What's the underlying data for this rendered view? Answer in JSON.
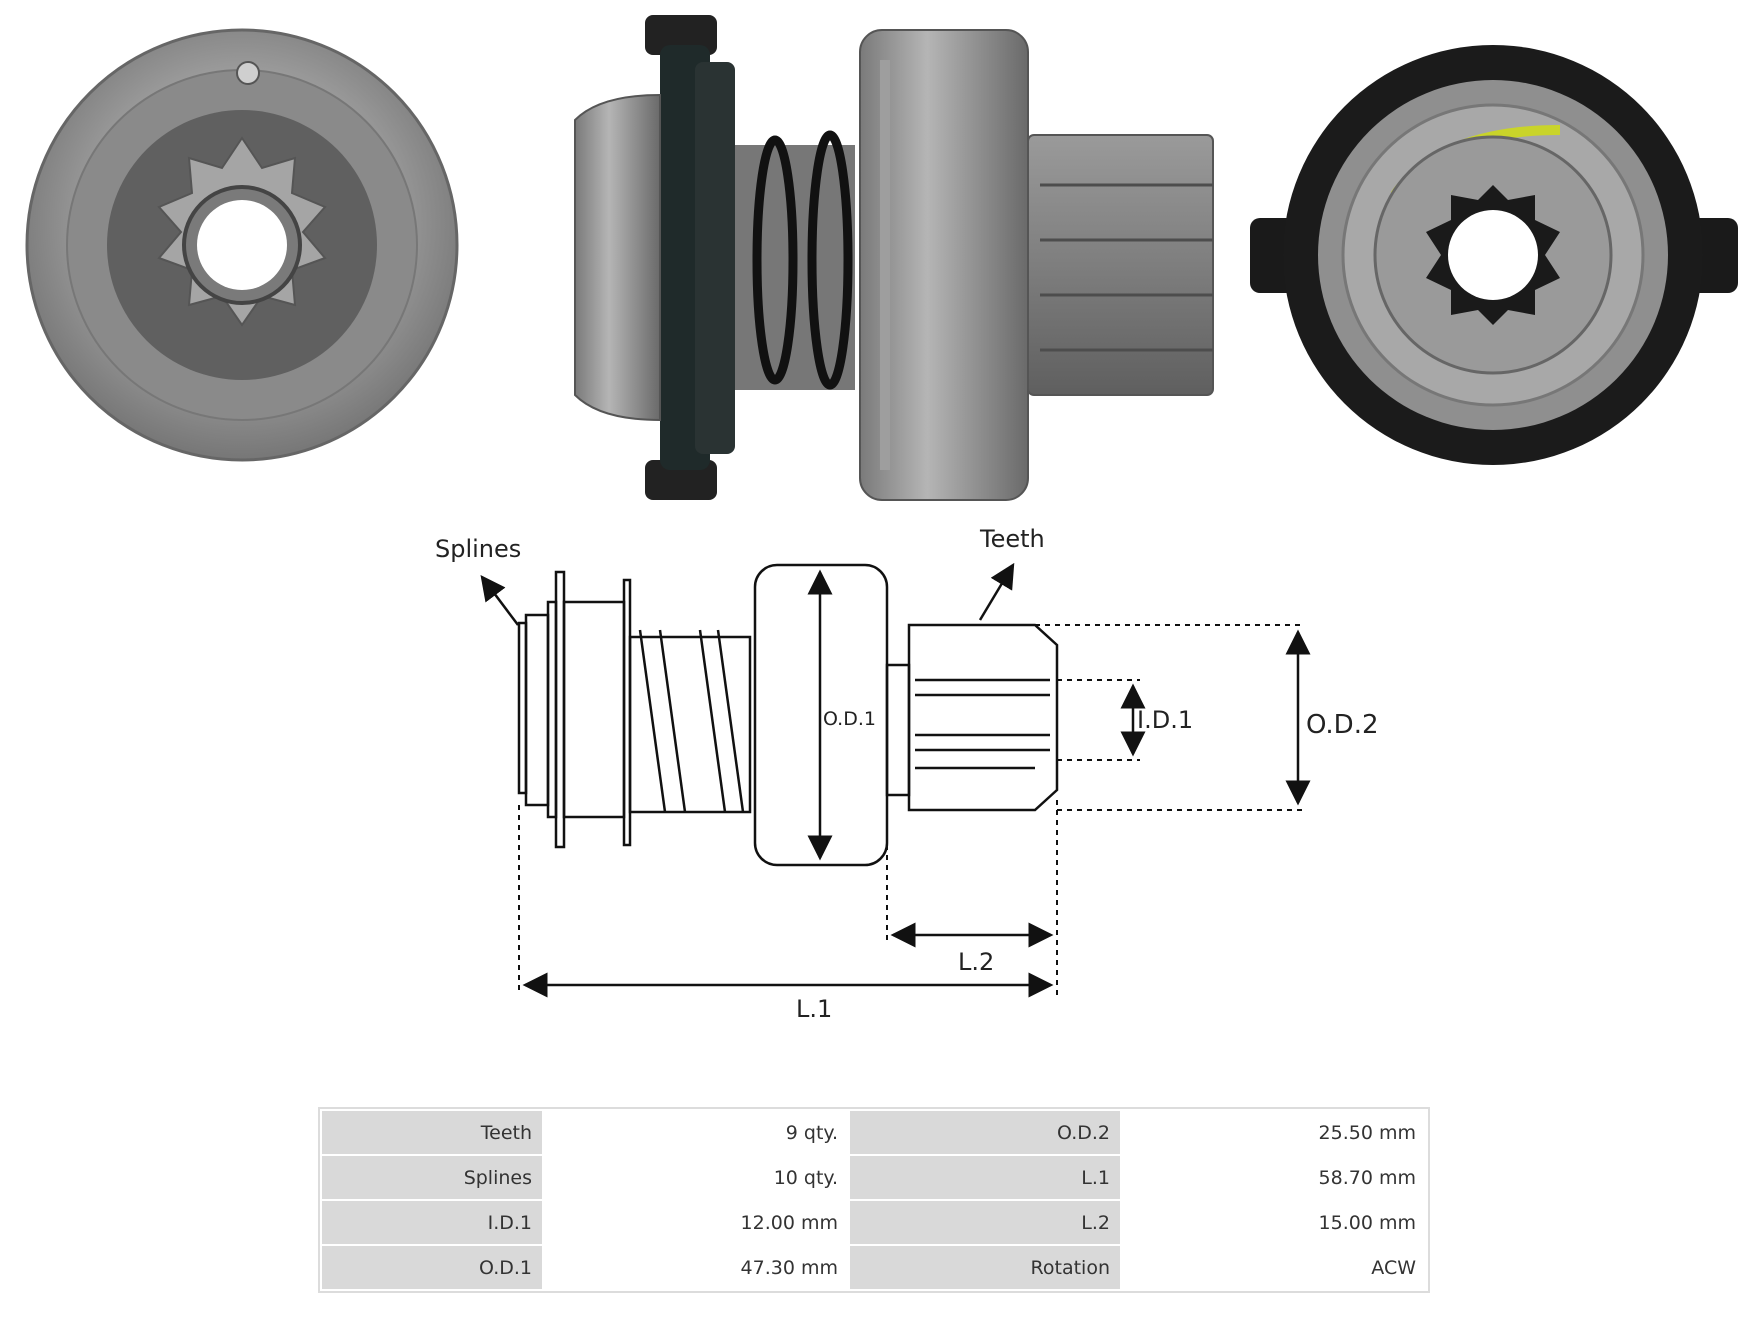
{
  "labels": {
    "splines": "Splines",
    "teeth": "Teeth",
    "od1": "O.D.1",
    "id1": "I.D.1",
    "od2": "O.D.2",
    "l2": "L.2",
    "l1": "L.1"
  },
  "specs": [
    {
      "k1": "Teeth",
      "v1": "9 qty.",
      "k2": "O.D.2",
      "v2": "25.50 mm"
    },
    {
      "k1": "Splines",
      "v1": "10 qty.",
      "k2": "L.1",
      "v2": "58.70 mm"
    },
    {
      "k1": "I.D.1",
      "v1": "12.00 mm",
      "k2": "L.2",
      "v2": "15.00 mm"
    },
    {
      "k1": "O.D.1",
      "v1": "47.30 mm",
      "k2": "Rotation",
      "v2": "ACW"
    }
  ],
  "colors": {
    "steel": "#8e8e8e",
    "dark": "#1c1c1c",
    "accent_yellow": "#c9d42a"
  }
}
